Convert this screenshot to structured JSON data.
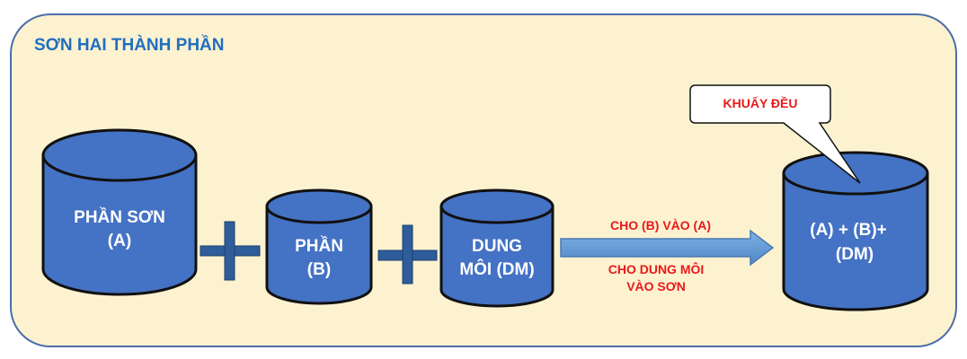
{
  "title": "SƠN HAI THÀNH PHẦN",
  "cylinder_a": {
    "line1": "PHẦN SƠN",
    "line2": "(A)"
  },
  "cylinder_b": {
    "line1": "PHẦN",
    "line2": "(B)"
  },
  "cylinder_dm": {
    "line1": "DUNG",
    "line2": "MÔI (DM)"
  },
  "cylinder_result": {
    "line1": "(A) + (B)+",
    "line2": "(DM)"
  },
  "arrow_label_top": "CHO (B) VÀO (A)",
  "arrow_label_bottom": {
    "line1": "CHO DUNG MÔI",
    "line2": "VÀO SƠN"
  },
  "callout": "KHUẤY ĐỀU",
  "colors": {
    "panel_bg": "#fdf2d0",
    "panel_border": "#4b6ea9",
    "title": "#1f6fbf",
    "cylinder_fill": "#4472c4",
    "cylinder_top": "#5b87d4",
    "cylinder_stroke": "#111111",
    "plus": "#2e5d9a",
    "arrow": "#5b9bd5",
    "red_text": "#e8191b",
    "white_text": "#ffffff"
  }
}
